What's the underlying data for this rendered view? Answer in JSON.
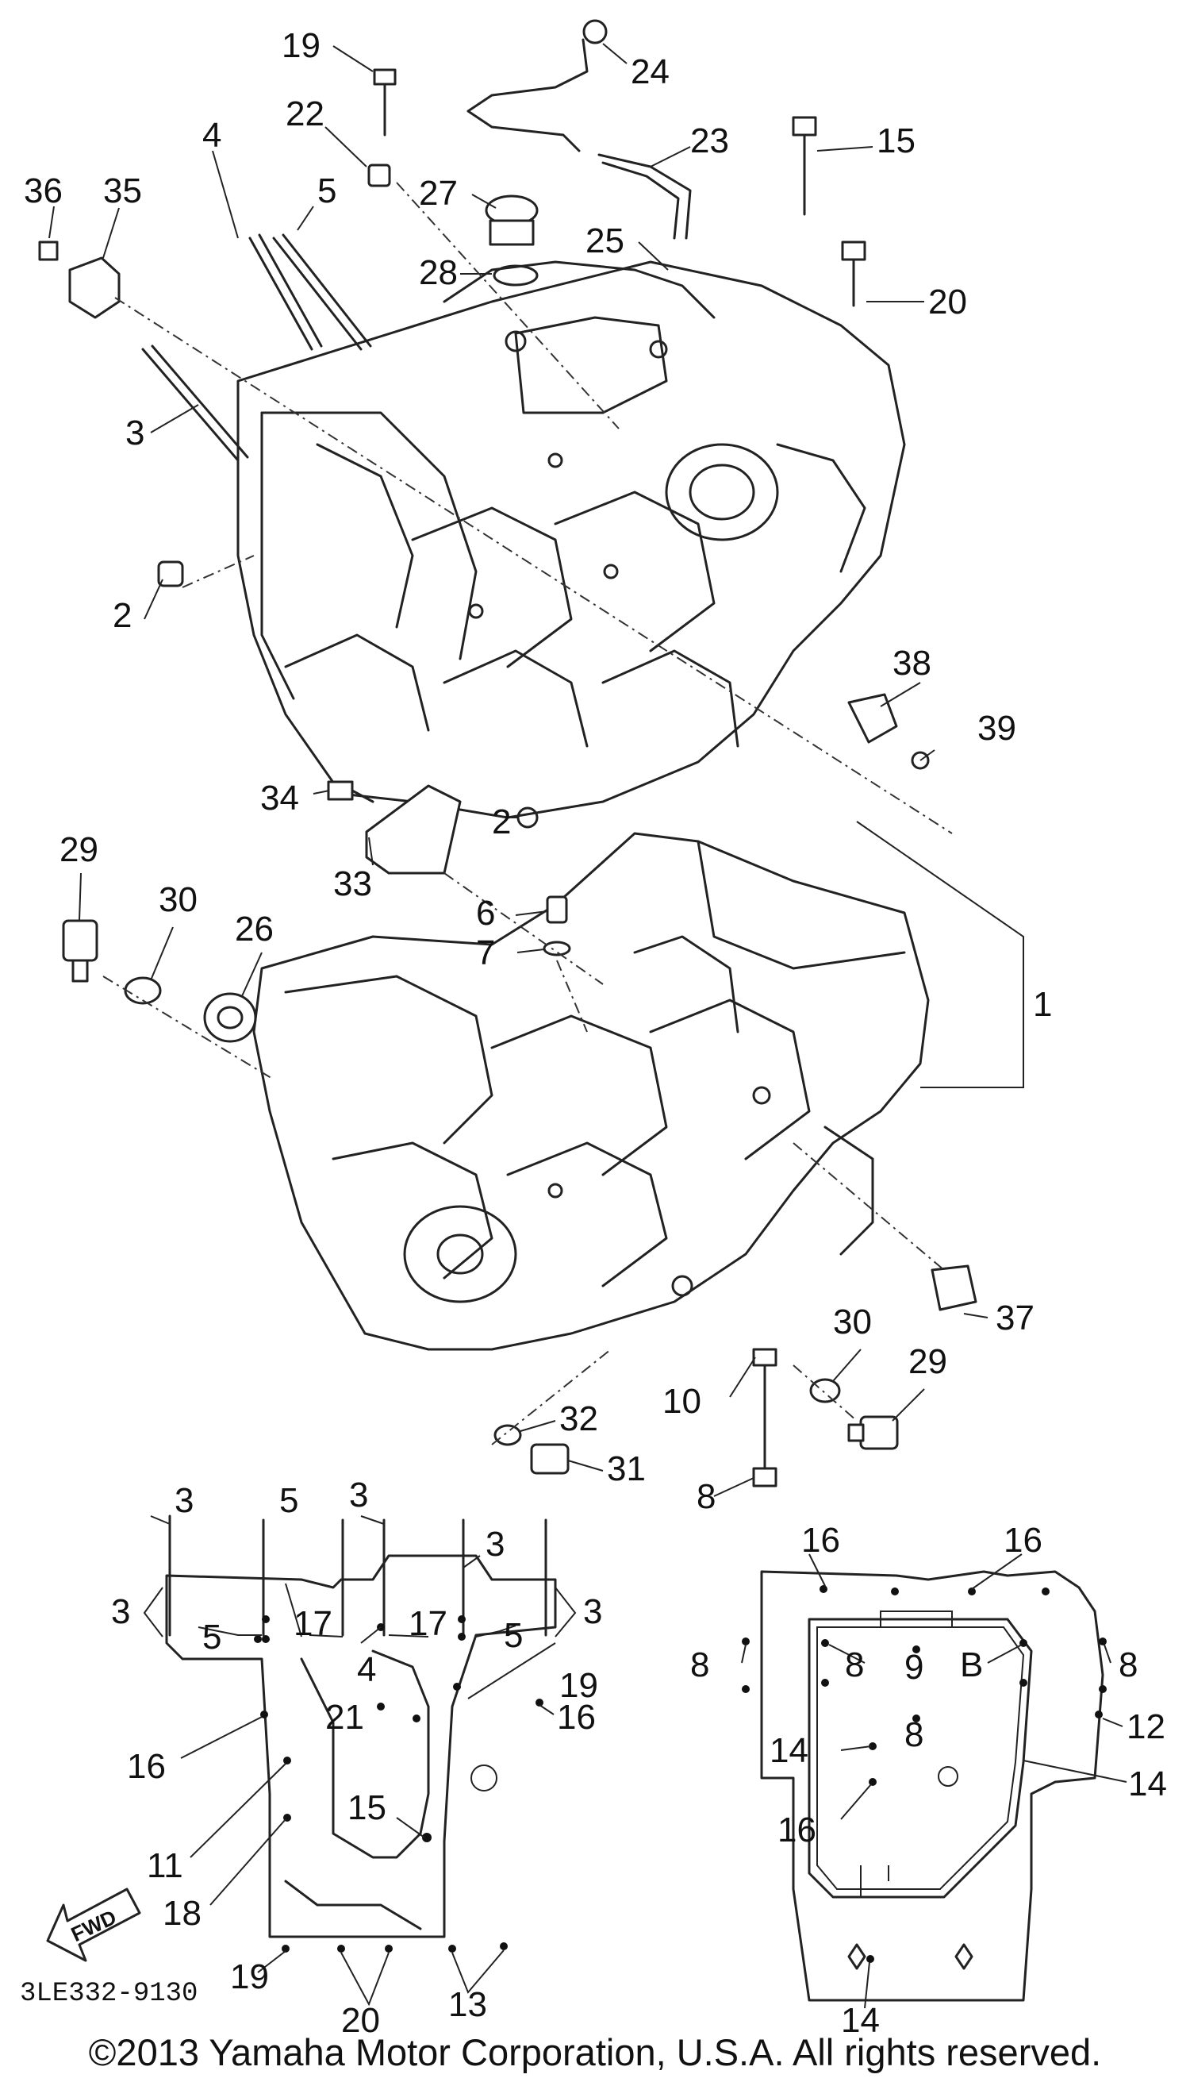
{
  "callouts": {
    "c19a": "19",
    "c24": "24",
    "c22": "22",
    "c23": "23",
    "c15": "15",
    "c4a": "4",
    "c27": "27",
    "c5a": "5",
    "c36": "36",
    "c35": "35",
    "c25": "25",
    "c28": "28",
    "c20a": "20",
    "c3a": "3",
    "c2a": "2",
    "c38": "38",
    "c39": "39",
    "c34": "34",
    "c2b": "2",
    "c29a": "29",
    "c33": "33",
    "c30a": "30",
    "c26": "26",
    "c6": "6",
    "c7": "7",
    "c1": "1",
    "c37": "37",
    "c30b": "30",
    "c29b": "29",
    "c10": "10",
    "c32": "32",
    "c31": "31",
    "c8a": "8"
  },
  "left_inset": {
    "labels": [
      "3",
      "5",
      "3",
      "3",
      "3",
      "3",
      "5",
      "17",
      "17",
      "5",
      "4",
      "19",
      "21",
      "16",
      "16",
      "11",
      "15",
      "18",
      "19",
      "20",
      "13"
    ]
  },
  "right_inset": {
    "labels": [
      "16",
      "16",
      "8",
      "8",
      "9",
      "B",
      "8",
      "12",
      "14",
      "8",
      "14",
      "16",
      "14"
    ]
  },
  "fwd_label": "FWD",
  "ref_code": "3LE332-9130",
  "copyright": "©2013 Yamaha Motor Corporation, U.S.A. All rights reserved."
}
